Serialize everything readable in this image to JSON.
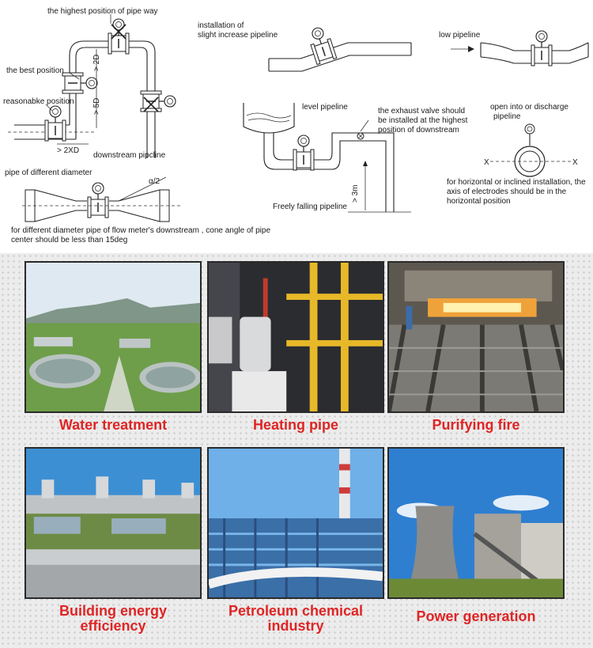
{
  "diagram": {
    "labels": {
      "highest": "the highest position of pipe way",
      "best": "the best position",
      "reasonable": "reasonabke position",
      "downstream": "downstream pipcline",
      "dim2xd": "> 2XD",
      "dim2d": "> 2D",
      "dim5d": "> 5D",
      "slight1": "installation of",
      "slight2": "slight increase pipeline",
      "low": "low pipeline",
      "level": "level pipeline",
      "exhaust1": "the exhaust valve should",
      "exhaust2": "be installed at the highest",
      "exhaust3": "position of downstream",
      "open1": "open into or discharge",
      "open2": "pipeline",
      "freely": "Freely falling pipeline",
      "dim3m": "> 3m",
      "horiz1": "for horizontal or inclined installation, the",
      "horiz2": "axis of electrodes should be in the",
      "horiz3": "horizontal position",
      "xmark": "X",
      "diffdia": "pipe of different diameter",
      "alpha": "α/2",
      "cone1": "for different diameter pipe of flow meter's downstream , cone angle of pipe",
      "cone2": "center should be less than 15deg"
    }
  },
  "applications": [
    {
      "name": "water-treatment",
      "caption": [
        "Water treatment"
      ]
    },
    {
      "name": "heating-pipe",
      "caption": [
        "Heating pipe"
      ]
    },
    {
      "name": "purifying-fire",
      "caption": [
        "Purifying fire"
      ]
    },
    {
      "name": "building-energy",
      "caption": [
        "Building energy",
        "efficiency"
      ]
    },
    {
      "name": "petroleum-chemical",
      "caption": [
        "Petroleum chemical",
        "industry"
      ]
    },
    {
      "name": "power-generation",
      "caption": [
        "Power generation"
      ]
    }
  ],
  "colors": {
    "caption": "#e02424",
    "frame": "#2a2a2a",
    "dots": "#cfcfcf"
  }
}
